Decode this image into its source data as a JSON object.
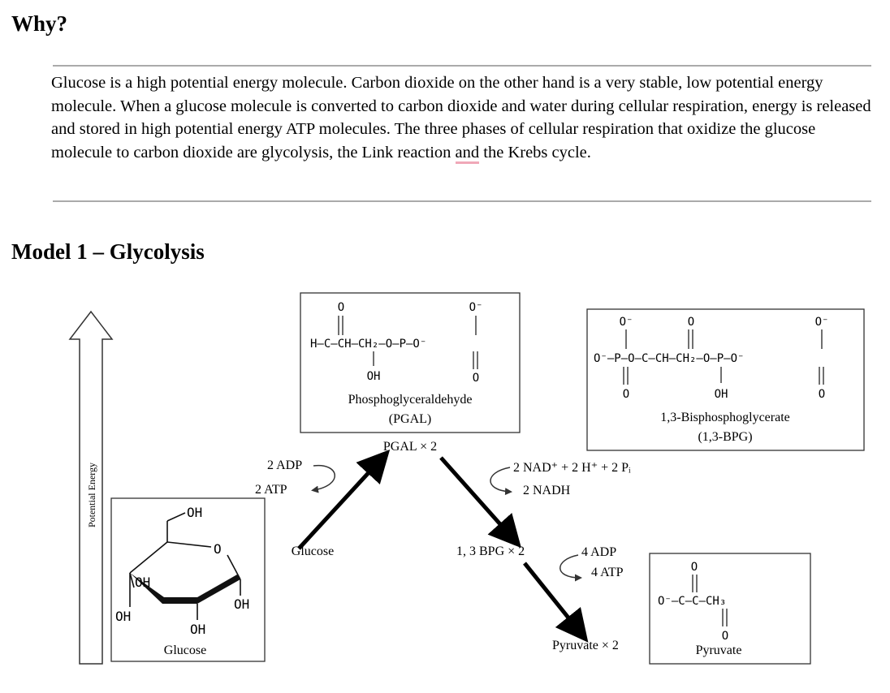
{
  "header": {
    "title": "Why?"
  },
  "intro": {
    "text_before_and": "Glucose is a high potential energy molecule. Carbon dioxide on the other hand is a very stable, low potential energy molecule. When a glucose molecule is converted to carbon dioxide and water during cellular respiration, energy is released and stored in high potential energy ATP molecules. The three phases of cellular respiration that oxidize the glucose molecule to carbon dioxide are glycolysis, the Link reaction ",
    "and_word": "and",
    "text_after_and": " the Krebs cycle."
  },
  "model": {
    "title": "Model 1 – Glycolysis"
  },
  "diagram": {
    "energy_axis_label": "Potential Energy",
    "glucose_box": {
      "oh_top": "OH",
      "oh_left_ring": "OH",
      "oh_left": "OH",
      "oh_right": "OH",
      "oh_bottom": "OH",
      "ring_o": "O",
      "caption": "Glucose"
    },
    "pgal_box": {
      "formula_line1": "H—C—CH—CH₂—O—P—O⁻",
      "o_top_left": "O",
      "o_top_right": "O⁻",
      "oh": "OH",
      "o_bottom": "O",
      "name": "Phosphoglyceraldehyde",
      "abbr": "(PGAL)"
    },
    "bpg_box": {
      "formula_line1": "O⁻—P—O—C—CH—CH₂—O—P—O⁻",
      "o_top_1": "O⁻",
      "o_top_2": "O",
      "o_top_3": "O⁻",
      "o_bottom_1": "O",
      "oh": "OH",
      "o_bottom_3": "O",
      "name": "1,3-Bisphosphoglycerate",
      "abbr": "(1,3-BPG)"
    },
    "pyruvate_box": {
      "formula_line1": "O⁻—C—C—CH₃",
      "o_top": "O",
      "o_bottom": "O",
      "caption": "Pyruvate"
    },
    "labels": {
      "pgal_x2": "PGAL × 2",
      "adp2": "2 ADP",
      "atp2": "2 ATP",
      "glucose": "Glucose",
      "nad": "2 NAD⁺ + 2 H⁺ + 2 Pᵢ",
      "nadh": "2 NADH",
      "bpg_x2": "1, 3 BPG × 2",
      "adp4": "4 ADP",
      "atp4": "4 ATP",
      "pyruvate_x2": "Pyruvate × 2"
    }
  }
}
